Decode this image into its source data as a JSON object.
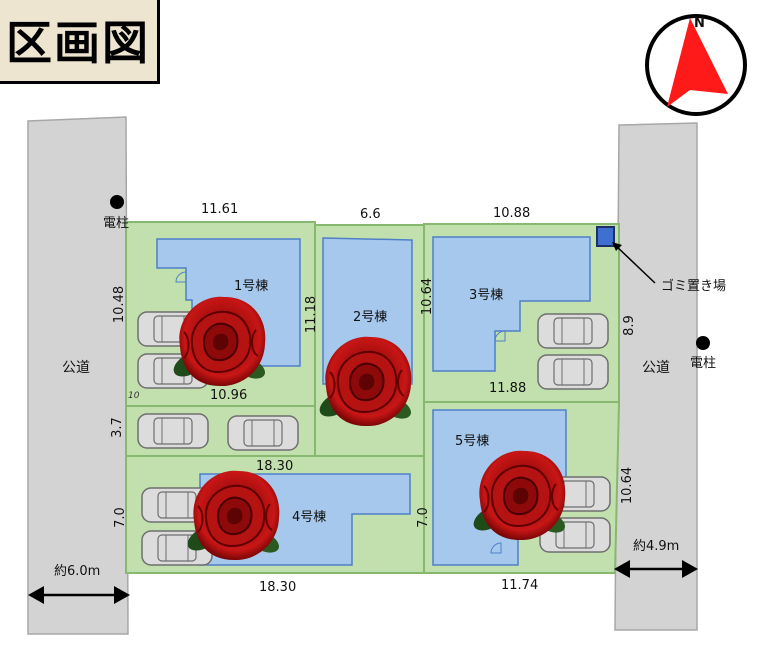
{
  "title": "区画図",
  "compass": {
    "north": "N"
  },
  "roads": {
    "left": "公道",
    "right": "公道"
  },
  "poles": {
    "left": "電柱",
    "right": "電柱"
  },
  "garbage": "ゴミ置き場",
  "lots": [
    {
      "label": "1号棟"
    },
    {
      "label": "2号棟"
    },
    {
      "label": "3号棟"
    },
    {
      "label": "4号棟"
    },
    {
      "label": "5号棟"
    }
  ],
  "dims": {
    "d_1161": "11.61",
    "d_66": "6.6",
    "d_1088": "10.88",
    "d_1048": "10.48",
    "d_1118": "11.18",
    "d_1064_top": "10.64",
    "d_89": "8.9",
    "d_1096": "10.96",
    "d_10": "10",
    "d_1188": "11.88",
    "d_37": "3.7",
    "d_1830_top": "18.30",
    "d_70_left": "7.0",
    "d_70_mid": "7.0",
    "d_1064_right": "10.64",
    "d_1830_bottom": "18.30",
    "d_1174": "11.74"
  },
  "widths": {
    "left": "約6.0m",
    "right": "約4.9m"
  }
}
